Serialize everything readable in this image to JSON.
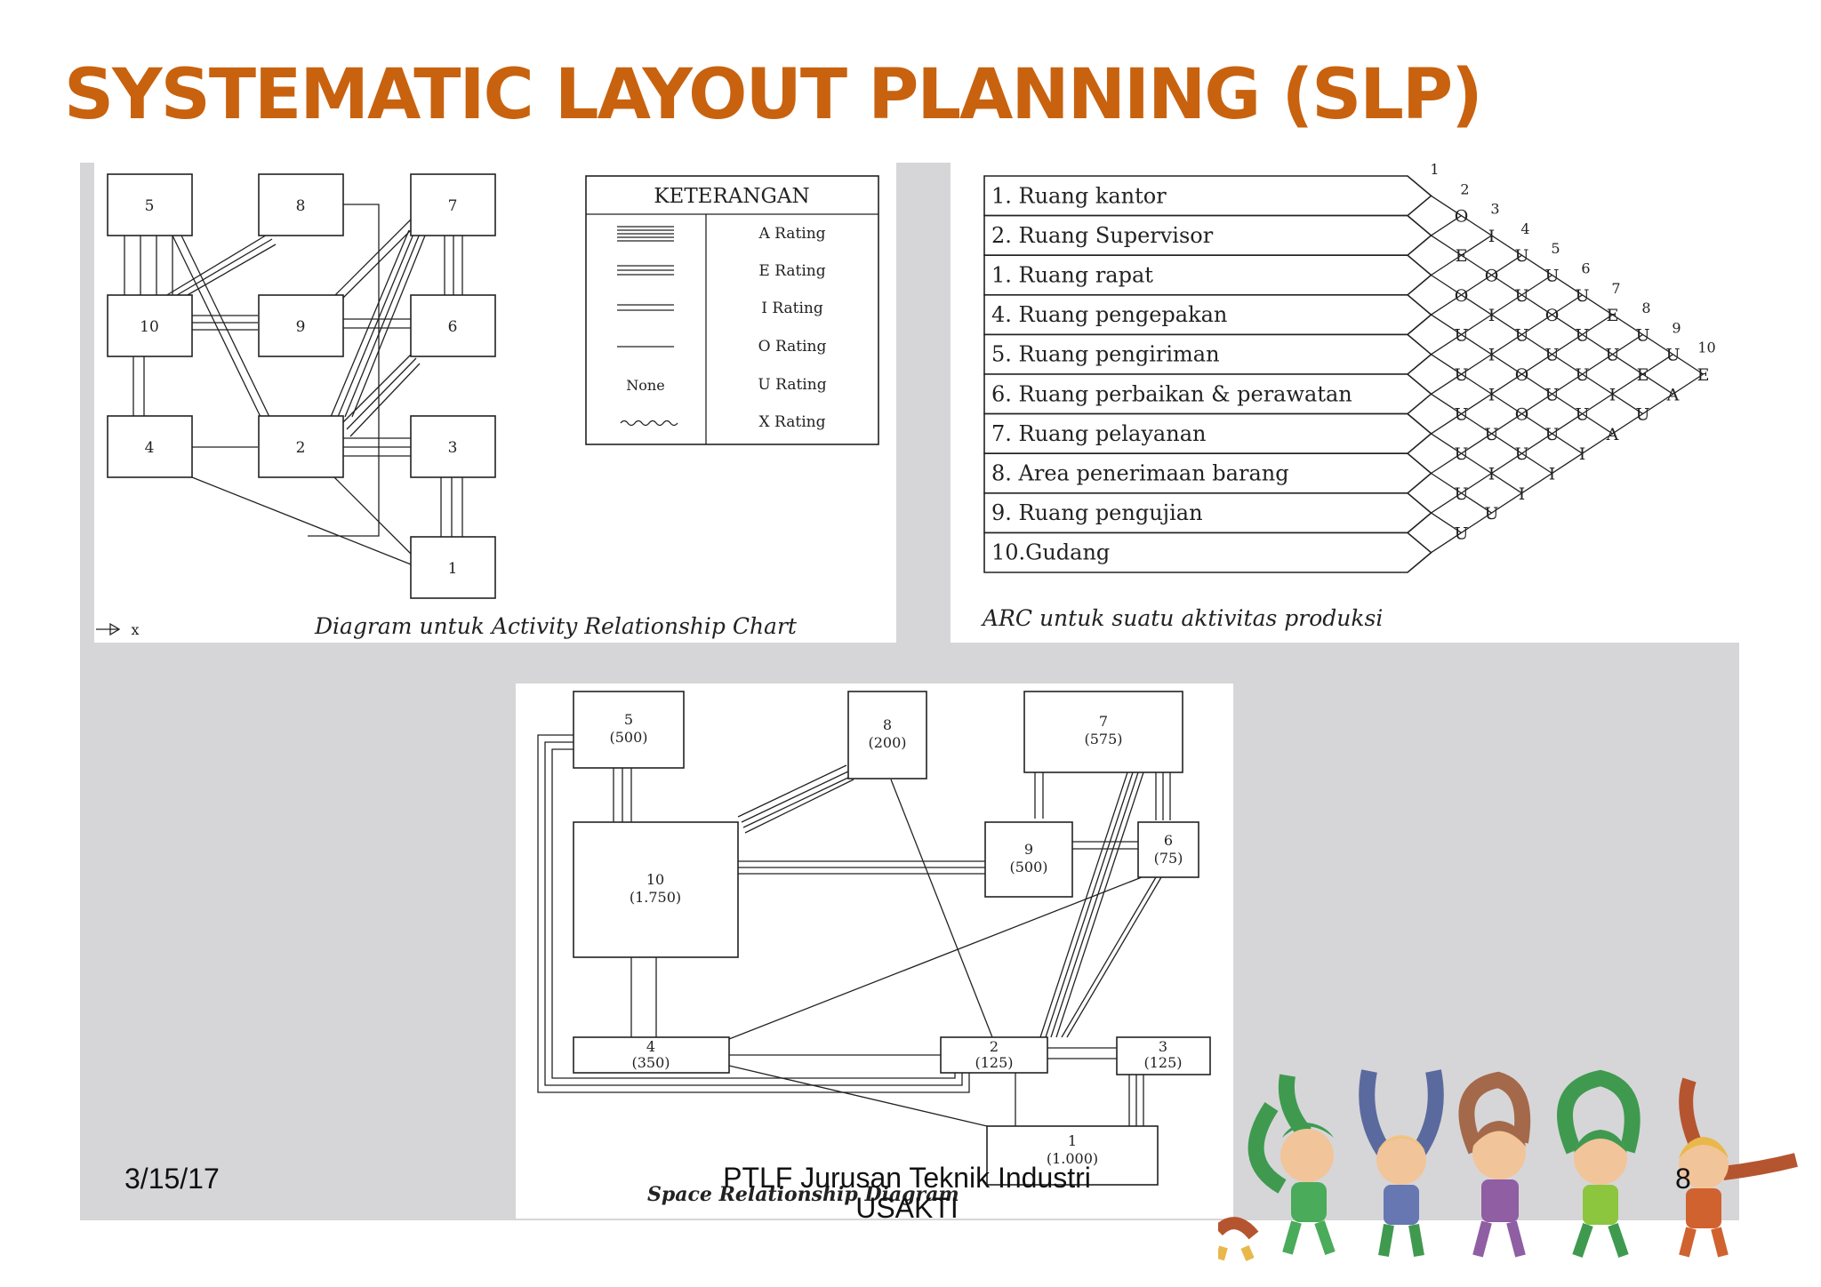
{
  "slide": {
    "title": "SYSTEMATIC LAYOUT PLANNING (SLP)",
    "footer_date": "3/15/17",
    "footer_center_line1": "PTLF Jurusan Teknik Industri",
    "footer_center_line2": "USAKTI",
    "page_number": "8"
  },
  "activity_diagram": {
    "caption": "Diagram untuk Activity Relationship Chart",
    "axis_marker": "x",
    "nodes": [
      "5",
      "8",
      "7",
      "10",
      "9",
      "6",
      "4",
      "2",
      "3",
      "1"
    ],
    "legend": {
      "header": "KETERANGAN",
      "items": [
        {
          "symbol": "",
          "label": "A Rating"
        },
        {
          "symbol": "",
          "label": "E Rating"
        },
        {
          "symbol": "",
          "label": "I Rating"
        },
        {
          "symbol": "",
          "label": "O Rating"
        },
        {
          "symbol": "None",
          "label": "U Rating"
        },
        {
          "symbol": "",
          "label": "X Rating"
        }
      ]
    }
  },
  "arc": {
    "caption": "ARC untuk suatu aktivitas produksi",
    "rows": [
      "1. Ruang kantor",
      "2. Ruang Supervisor",
      "1. Ruang rapat",
      "4. Ruang pengepakan",
      "5. Ruang pengiriman",
      "6. Ruang perbaikan & perawatan",
      "7. Ruang pelayanan",
      "8. Area penerimaan barang",
      "9. Ruang pengujian",
      "10.Gudang"
    ],
    "column_numbers": [
      "1",
      "2",
      "3",
      "4",
      "5",
      "6",
      "7",
      "8",
      "9",
      "10"
    ],
    "ratings": [
      [
        "O",
        "I",
        "U",
        "U",
        "U",
        "E",
        "U",
        "U",
        "E"
      ],
      [
        "E",
        "O",
        "U",
        "O",
        "U",
        "U",
        "E",
        "A"
      ],
      [
        "O",
        "I",
        "U",
        "U",
        "U",
        "I",
        "U"
      ],
      [
        "U",
        "I",
        "O",
        "U",
        "U",
        "A"
      ],
      [
        "U",
        "I",
        "O",
        "U",
        "I"
      ],
      [
        "U",
        "U",
        "U",
        "I"
      ],
      [
        "U",
        "I",
        "I"
      ],
      [
        "U",
        "U"
      ],
      [
        "U"
      ]
    ]
  },
  "space_diagram": {
    "caption": "Space Relationship Diagram",
    "nodes": [
      {
        "id": "5",
        "area": "(500)"
      },
      {
        "id": "8",
        "area": "(200)"
      },
      {
        "id": "7",
        "area": "(575)"
      },
      {
        "id": "10",
        "area": "(1.750)"
      },
      {
        "id": "9",
        "area": "(500)"
      },
      {
        "id": "6",
        "area": "(75)"
      },
      {
        "id": "4",
        "area": "(350)"
      },
      {
        "id": "2",
        "area": "(125)"
      },
      {
        "id": "3",
        "area": "(125)"
      },
      {
        "id": "1",
        "area": "(1.000)"
      }
    ]
  }
}
